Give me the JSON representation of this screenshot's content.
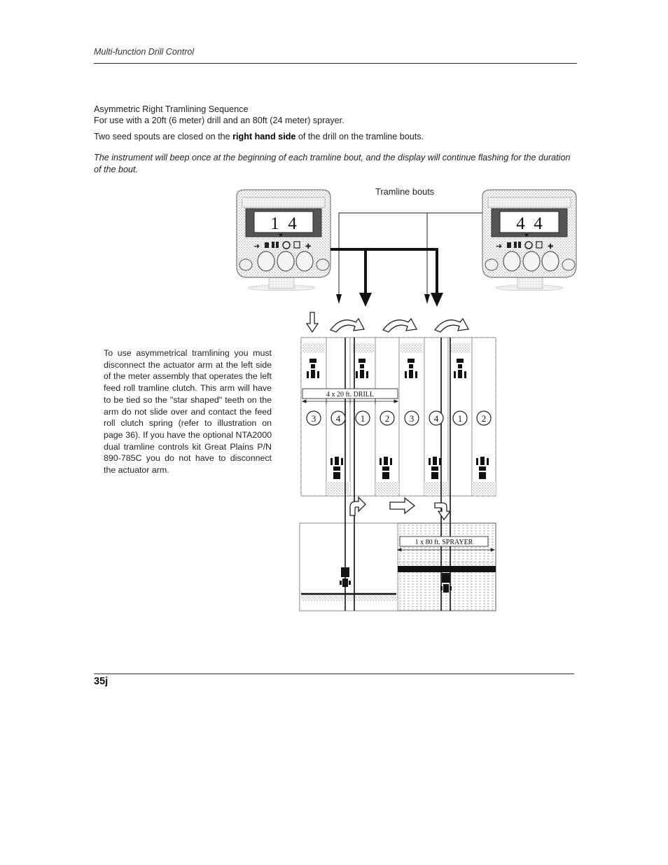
{
  "header": {
    "running_title": "Multi-function Drill Control"
  },
  "intro": {
    "title_line": "Asymmetric Right Tramlining Sequence",
    "use_line": "For use with a 20ft (6 meter) drill and an 80ft (24 meter) sprayer.",
    "spouts_before": "Two seed spouts are closed on the",
    "spouts_bold": "right hand side",
    "spouts_after": "of the drill on the tramline bouts.",
    "note_italic": "The instrument will beep once at the beginning of each tramline bout, and the display will continue flashing for the duration of the bout."
  },
  "side_note": "To use asymmetrical tramlining you must disconnect the actuator arm at the left side of the meter assembly that operates the left feed roll tramline clutch. This arm will have to be tied so the \"star shaped\" teeth on the arm do not slide over and contact the feed roll clutch spring (refer to illustration on page 36). If you have the optional NTA2000 dual tramline controls kit Great Plains P/N 890-785C you do not have to disconnect the actuator arm.",
  "figure": {
    "tramline_label": "Tramline bouts",
    "display_left": "1  4",
    "display_right": "4  4",
    "drill_label": "4 x 20 ft. DRILL",
    "sprayer_label": "1 x 80 ft. SPRAYER",
    "bout_numbers": [
      "3",
      "4",
      "1",
      "2",
      "3",
      "4",
      "1",
      "2"
    ]
  },
  "footer": {
    "page_number": "35j"
  }
}
